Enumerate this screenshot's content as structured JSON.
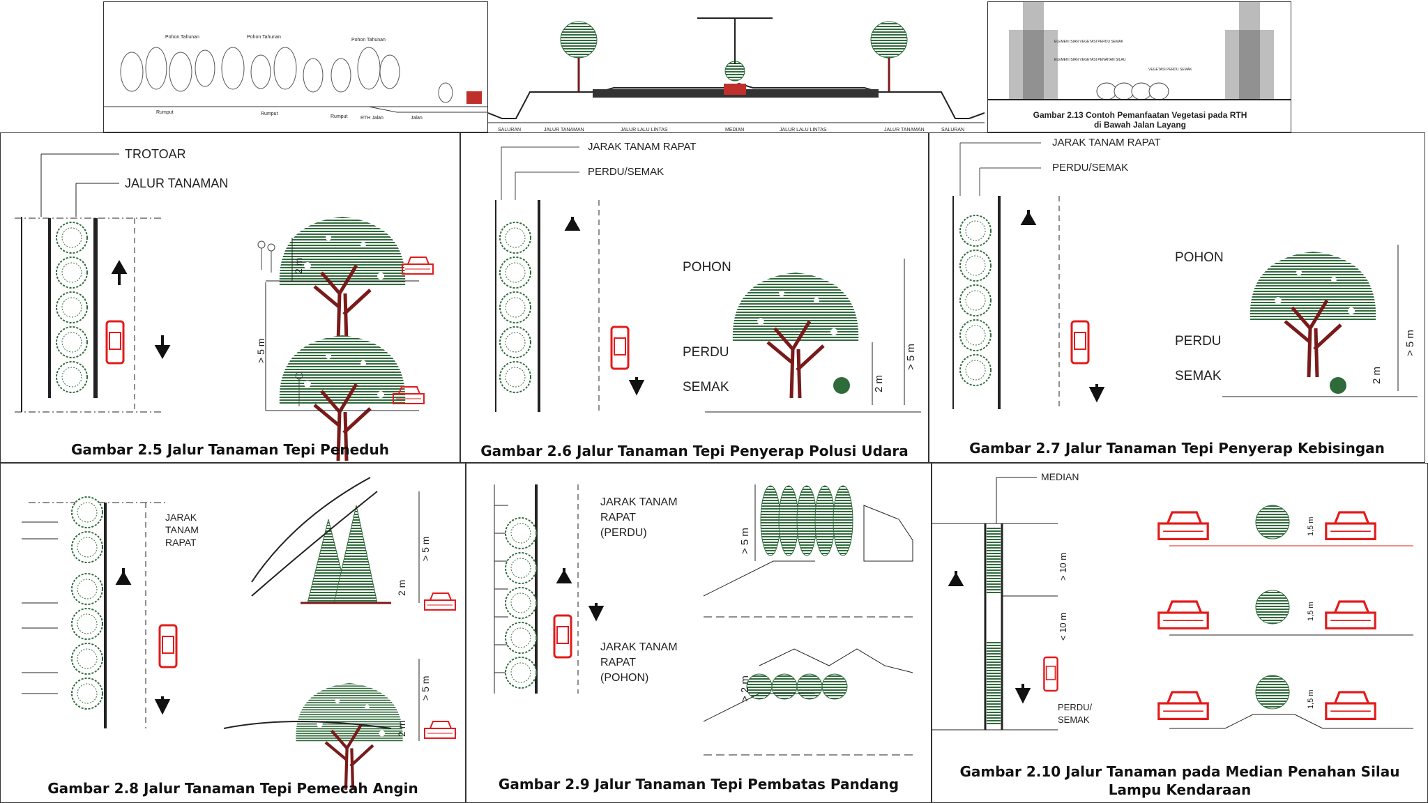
{
  "colors": {
    "tree": "#2f6b3a",
    "trunk": "#7a1a1a",
    "car": "#e21b1b",
    "line": "#222222"
  },
  "top_left": {
    "labels": [
      "Pohon Tahunan",
      "Pohon Tahunan",
      "Pohon Tahunan",
      "Rumput",
      "Rumput",
      "Rumput",
      "RTH Jalan",
      "Jalan"
    ]
  },
  "top_mid": {
    "labels": [
      "SALURAN",
      "JALUR TANAMAN",
      "JALUR LALU LINTAS",
      "MEDIAN",
      "JALUR LALU LINTAS",
      "JALUR TANAMAN",
      "SALURAN"
    ]
  },
  "top_right": {
    "labels": [
      "ELEMEN ISIAN VEGETASI PERDU SEMAK",
      "ELEMEN ISIAN VEGETASI PENAHAN SILAU",
      "VEGETASI PERDU SEMAK"
    ],
    "caption_line1": "Gambar 2.13  Contoh Pemanfaatan Vegetasi pada RTH",
    "caption_line2": "di Bawah Jalan Layang"
  },
  "fig25": {
    "trotoar": "TROTOAR",
    "jalur": "JALUR TANAMAN",
    "dim_2m": "2 m",
    "dim_5m": "> 5 m",
    "caption": "Gambar 2.5  Jalur Tanaman Tepi Peneduh"
  },
  "fig26": {
    "jarak": "JARAK TANAM RAPAT",
    "perdu_semak": "PERDU/SEMAK",
    "pohon": "POHON",
    "perdu": "PERDU",
    "semak": "SEMAK",
    "dim_2m": "2 m",
    "dim_5m": "> 5 m",
    "caption": "Gambar 2.6  Jalur Tanaman Tepi Penyerap Polusi Udara"
  },
  "fig27": {
    "jarak": "JARAK TANAM RAPAT",
    "perdu_semak": "PERDU/SEMAK",
    "pohon": "POHON",
    "perdu": "PERDU",
    "semak": "SEMAK",
    "dim_2m": "2 m",
    "dim_5m": "> 5 m",
    "caption": "Gambar 2.7  Jalur Tanaman Tepi Penyerap Kebisingan"
  },
  "fig28": {
    "jarak1": "JARAK",
    "jarak2": "TANAM",
    "jarak3": "RAPAT",
    "dim_5m": "> 5 m",
    "dim_2m": "2 m",
    "caption": "Gambar 2.8  Jalur Tanaman Tepi Pemecah Angin"
  },
  "fig29": {
    "perdu1": "JARAK TANAM",
    "perdu2": "RAPAT",
    "perdu3": "(PERDU)",
    "pohon1": "JARAK TANAM",
    "pohon2": "RAPAT",
    "pohon3": "(POHON)",
    "dim_5m": "> 5 m",
    "dim_2m": "> 2 m",
    "caption": "Gambar 2.9  Jalur Tanaman Tepi Pembatas Pandang"
  },
  "fig210": {
    "median": "MEDIAN",
    "dim_10m_gt": "> 10 m",
    "dim_10m_lt": "< 10 m",
    "perdu1": "PERDU/",
    "perdu2": "SEMAK",
    "dim_15": "1,5 m",
    "caption1": "Gambar 2.10  Jalur Tanaman pada Median Penahan Silau",
    "caption2": "Lampu Kendaraan"
  }
}
